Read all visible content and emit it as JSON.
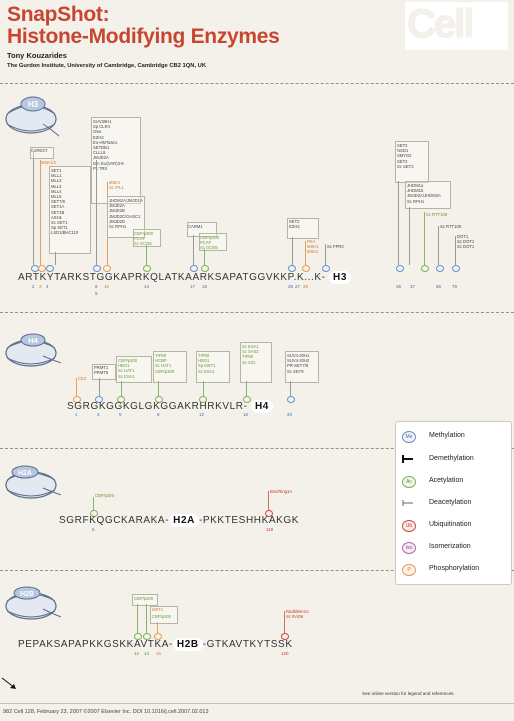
{
  "header": {
    "title_line1": "SnapShot:",
    "title_line2": "Histone-Modifying Enzymes",
    "author": "Tony Kouzarides",
    "affiliation": "The Gurdon Institute, University of Cambridge, Cambridge CB2 1QN, UK",
    "logo": "Cell"
  },
  "histones": {
    "h3": {
      "tag": "H3",
      "seq": "ARTKYTARKSTGGKAPRKQLATKAARKSAPATGGVKKP.K...K-",
      "name": "H3",
      "positions": [
        "2",
        "3",
        "4",
        "8",
        "9",
        "10",
        "14",
        "17",
        "18",
        "26",
        "27",
        "28",
        "36",
        "37",
        "56",
        "79"
      ]
    },
    "h4": {
      "tag": "H4",
      "seq": "SGRGKGGKGLGKGGAKRHRKVLR-",
      "name": "H4",
      "positions": [
        "1",
        "3",
        "5",
        "8",
        "12",
        "16",
        "20"
      ]
    },
    "h2a": {
      "tag": "H2A",
      "seq_left": "SGRFKQGCKARAKA-",
      "name": "H2A",
      "seq_right": "-PKKTESHHKAKGK",
      "positions": [
        "5",
        "119"
      ]
    },
    "h2b": {
      "tag": "H2B",
      "seq_left": "PEPAKSAPAPKKGSKKAVTKA-",
      "name": "H2B",
      "seq_right": "-GTKAVTKYTSSK",
      "positions": [
        "12",
        "14",
        "15",
        "120"
      ]
    }
  },
  "legend": {
    "items": [
      {
        "symbol": "Me",
        "label": "Methylation",
        "color": "#6a8fc0"
      },
      {
        "symbol": "",
        "label": "Demethylation",
        "color": "#111111"
      },
      {
        "symbol": "Ac",
        "label": "Acetylation",
        "color": "#7fae55"
      },
      {
        "symbol": "",
        "label": "Deacetylation",
        "color": "#666666"
      },
      {
        "symbol": "Ub",
        "label": "Ubiquitination",
        "color": "#c84b3a"
      },
      {
        "symbol": "Iso",
        "label": "Isomerization",
        "color": "#b06ab0"
      },
      {
        "symbol": "P",
        "label": "Phosphorylation",
        "color": "#e09b55"
      }
    ]
  },
  "footnote": "See online version for legend and references.",
  "footer": "982   Cell 128, February 23, 2007 ©2007 Elsevier Inc.   DOI 10.1016/j.cell.2007.02.013"
}
